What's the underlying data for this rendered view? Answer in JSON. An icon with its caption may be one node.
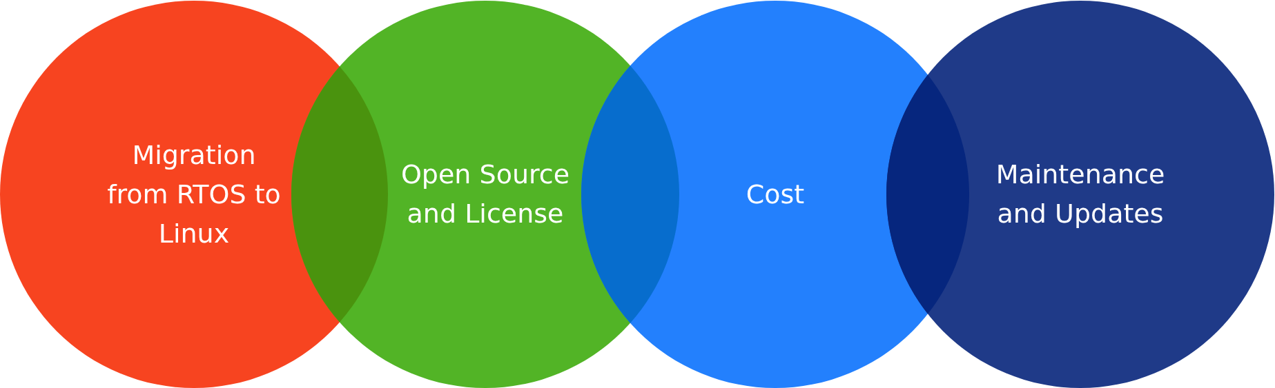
{
  "diagram": {
    "nodes": [
      {
        "text": [
          "Migration from RTOS to Linux"
        ]
      },
      {
        "text": [
          "Open Source and License"
        ]
      },
      {
        "text": [
          "Cost"
        ]
      },
      {
        "text": [
          "Maintenance and Updates"
        ]
      }
    ]
  }
}
